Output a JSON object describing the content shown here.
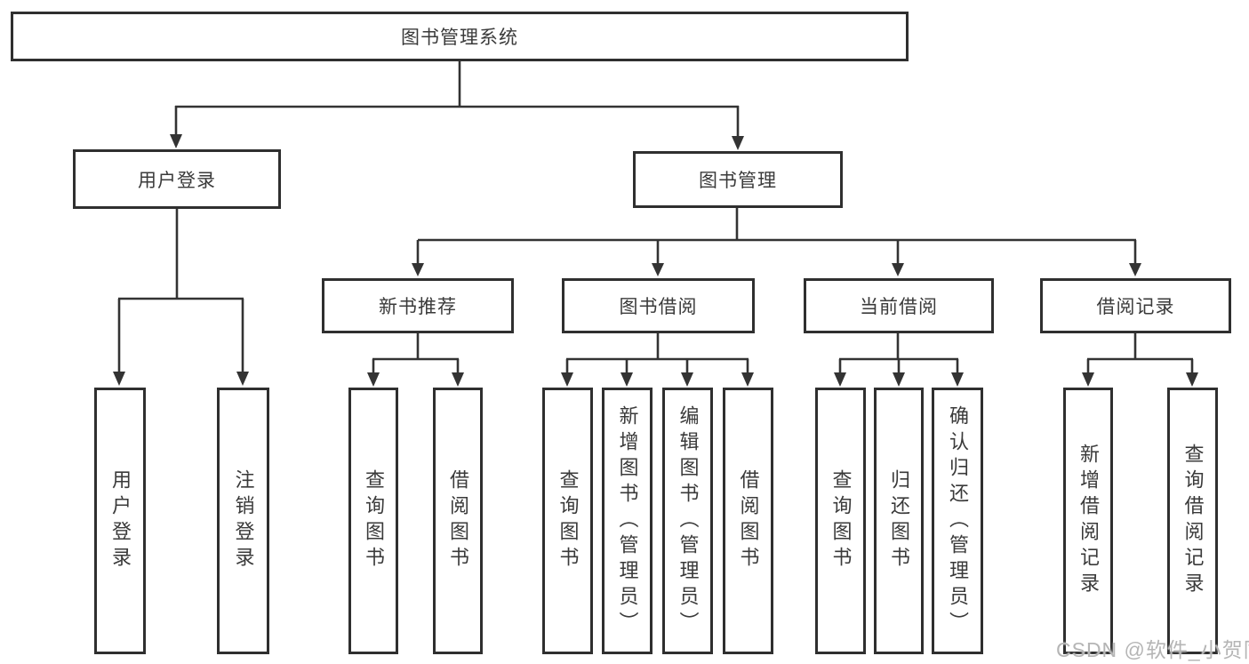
{
  "colors": {
    "line": "#333333",
    "box_border": "#2f2f2f",
    "text": "#3a3a3a",
    "background": "#ffffff",
    "watermark": "#b5b5b5"
  },
  "watermark": {
    "text": "CSDN @软件_小贺同学"
  },
  "tree": {
    "label": "图书管理系统",
    "children": [
      {
        "label": "用户登录",
        "children": [
          {
            "label": "用户登录"
          },
          {
            "label": "注销登录"
          }
        ]
      },
      {
        "label": "图书管理",
        "children": [
          {
            "label": "新书推荐",
            "children": [
              {
                "label": "查询图书"
              },
              {
                "label": "借阅图书"
              }
            ]
          },
          {
            "label": "图书借阅",
            "children": [
              {
                "label": "查询图书"
              },
              {
                "label": "新增图书（管理员）"
              },
              {
                "label": "编辑图书（管理员）"
              },
              {
                "label": "借阅图书"
              }
            ]
          },
          {
            "label": "当前借阅",
            "children": [
              {
                "label": "查询图书"
              },
              {
                "label": "归还图书"
              },
              {
                "label": "确认归还（管理员）"
              }
            ]
          },
          {
            "label": "借阅记录",
            "children": [
              {
                "label": "新增借阅记录"
              },
              {
                "label": "查询借阅记录"
              }
            ]
          }
        ]
      }
    ]
  }
}
